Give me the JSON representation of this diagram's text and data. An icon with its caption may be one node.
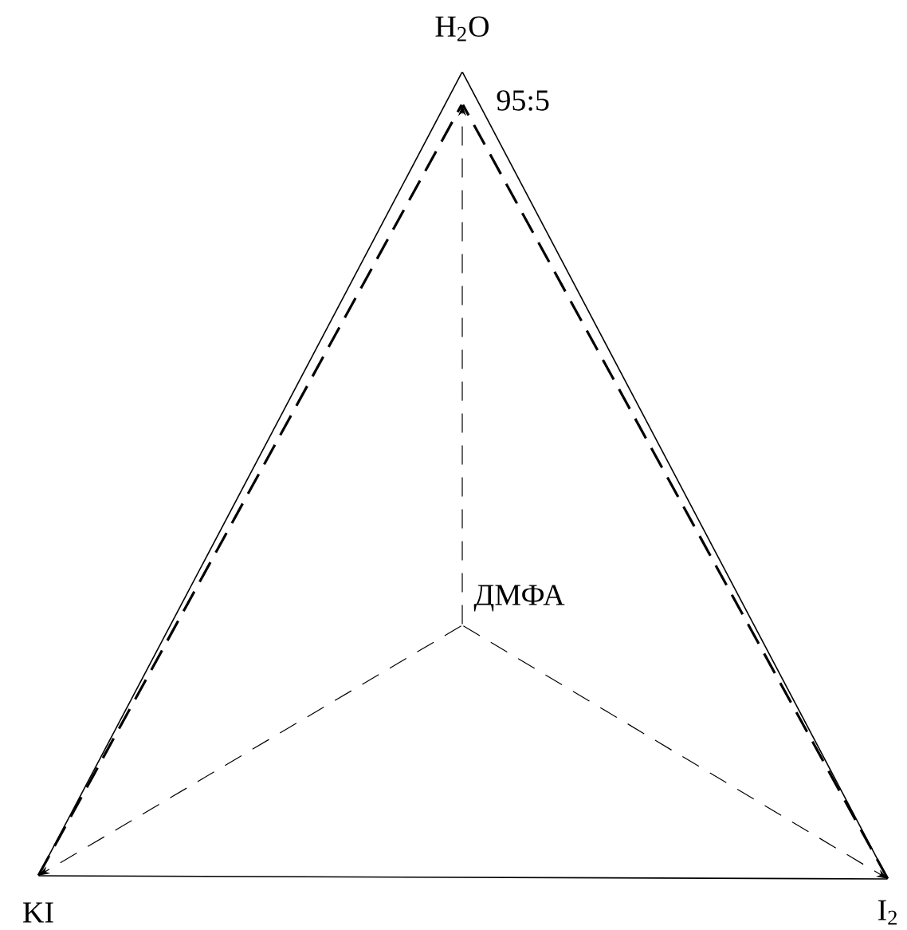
{
  "diagram": {
    "nodes": [
      {
        "text": [],
        "shape": "vertex",
        "beside": [
          "H$_{2}$O"
        ]
      },
      {
        "text": [],
        "shape": "vertex",
        "beside": [
          "KI"
        ]
      },
      {
        "text": [],
        "shape": "vertex",
        "beside": [
          "I$_{2}$"
        ]
      },
      {
        "text": [],
        "shape": "point",
        "beside": [
          "95:5"
        ]
      },
      {
        "text": [],
        "shape": "point",
        "beside": [
          "ДМФА"
        ]
      }
    ],
    "edges": [
      {
        "from": 1,
        "to": 0,
        "arrow": "none"
      },
      {
        "from": 0,
        "to": 2,
        "arrow": "none"
      },
      {
        "from": 1,
        "to": 2,
        "arrow": "none"
      },
      {
        "from": 4,
        "to": 3,
        "arrow": "to",
        "style": "dashed"
      },
      {
        "from": 4,
        "to": 1,
        "arrow": "to",
        "style": "dashed"
      },
      {
        "from": 4,
        "to": 2,
        "arrow": "to",
        "style": "dashed"
      },
      {
        "from": 1,
        "to": 3,
        "arrow": "none",
        "style": "dashed"
      },
      {
        "from": 2,
        "to": 3,
        "arrow": "none",
        "style": "dashed"
      }
    ]
  }
}
